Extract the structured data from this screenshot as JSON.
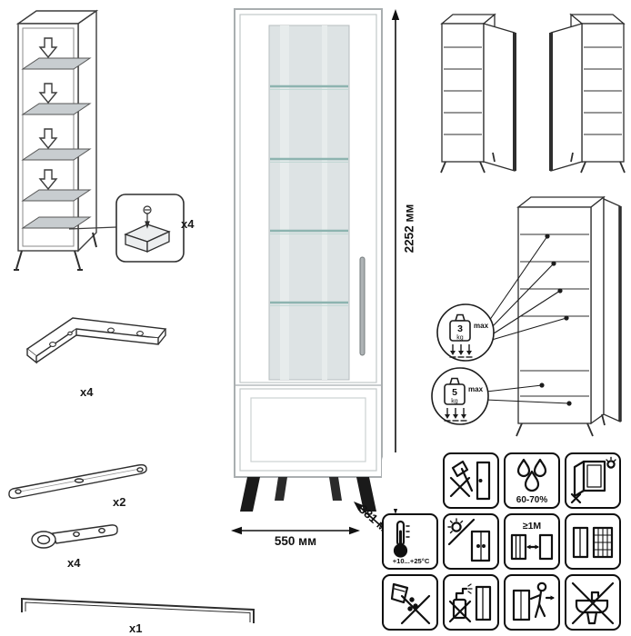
{
  "dimensions": {
    "height": "2252 мм",
    "width": "550 мм",
    "depth": "381 мм"
  },
  "quantities": {
    "shelf_supports": "x4",
    "legs": "x4",
    "rails": "x2",
    "hinges": "x4",
    "handle": "x1"
  },
  "load_limits": {
    "glass_shelf": {
      "value": "3",
      "unit": "kg",
      "note": "max"
    },
    "bottom_shelf": {
      "value": "5",
      "unit": "kg",
      "note": "max"
    }
  },
  "care": {
    "humidity": "60-70%",
    "temperature": "+10...+25°C",
    "distance": "≥1M",
    "icon_names": [
      "no-sharp-tools",
      "humidity",
      "no-open-window",
      "temperature-range",
      "no-direct-sunlight",
      "heater-distance",
      "grid-wall",
      "no-liquids",
      "no-solvents",
      "carry-upright",
      "no-washbasin"
    ]
  },
  "colors": {
    "line_art": "#2e2e2e",
    "cabinet_outline": "#a9aeb0",
    "glass": "#dde3e4",
    "glass_shelf": "#8db4b0",
    "leg": "#1a1a1a",
    "shelf_gray": "#c8cdd0"
  }
}
